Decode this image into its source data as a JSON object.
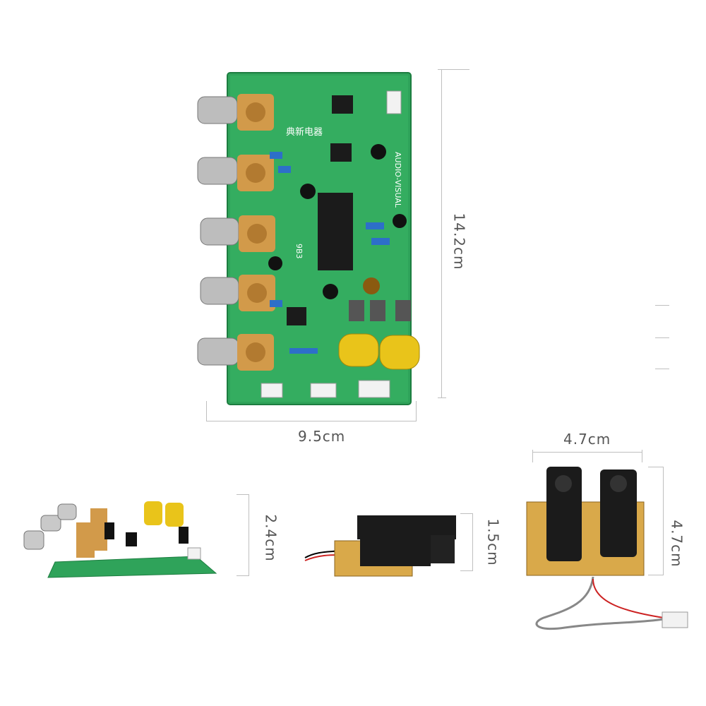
{
  "labels": {
    "main_height": "14.2cm",
    "main_width": "9.5cm",
    "side_height": "2.4cm",
    "jack_side_height": "1.5cm",
    "jack_width": "4.7cm",
    "jack_height": "4.7cm"
  },
  "board_text": {
    "brand": "典新电器",
    "audio": "AUDIO-VISUAL",
    "code": "9B3"
  }
}
